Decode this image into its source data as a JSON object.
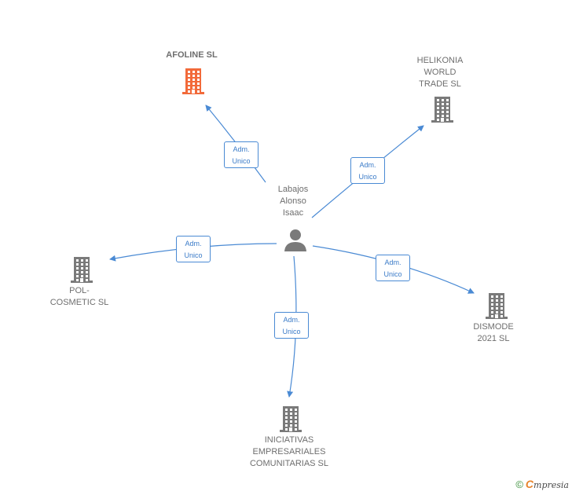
{
  "center": {
    "name": "Labajos\nAlonso\nIsaac",
    "icon": "person-icon"
  },
  "companies": [
    {
      "id": "afoline",
      "name": "AFOLINE  SL",
      "highlight": true,
      "color": "#f26a3a",
      "icon": "building-icon"
    },
    {
      "id": "helikonia",
      "name": "HELIKONIA\nWORLD\nTRADE SL",
      "highlight": false,
      "color": "#7a7a7a",
      "icon": "building-icon"
    },
    {
      "id": "pol",
      "name": "POL-\nCOSMETIC SL",
      "highlight": false,
      "color": "#7a7a7a",
      "icon": "building-icon"
    },
    {
      "id": "dismode",
      "name": "DISMODE\n2021  SL",
      "highlight": false,
      "color": "#7a7a7a",
      "icon": "building-icon"
    },
    {
      "id": "iniciativas",
      "name": "INICIATIVAS\nEMPRESARIALES\nCOMUNITARIAS SL",
      "highlight": false,
      "color": "#7a7a7a",
      "icon": "building-icon"
    }
  ],
  "edges": [
    {
      "to": "afoline",
      "label": "Adm.\nUnico"
    },
    {
      "to": "helikonia",
      "label": "Adm.\nUnico"
    },
    {
      "to": "pol",
      "label": "Adm.\nUnico"
    },
    {
      "to": "dismode",
      "label": "Adm.\nUnico"
    },
    {
      "to": "iniciativas",
      "label": "Adm.\nUnico"
    }
  ],
  "footer": {
    "copyright_symbol": "©",
    "brand_initial": "C",
    "brand_rest": "mpresia"
  },
  "colors": {
    "edge": "#4a8ad4",
    "person": "#7a7a7a"
  }
}
